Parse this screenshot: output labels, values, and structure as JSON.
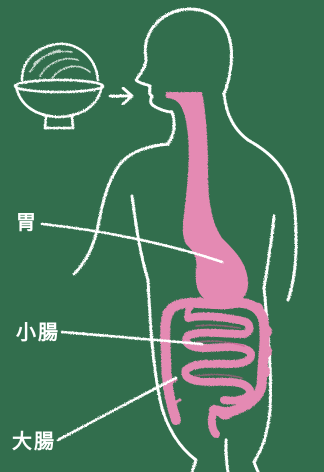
{
  "labels": {
    "stomach": "胃",
    "small_intestine": "小腸",
    "large_intestine": "大腸"
  },
  "colors": {
    "chalkboard": "#2f6b4a",
    "chalk": "#ffffff",
    "digestive_tract": "#e48ab3"
  }
}
